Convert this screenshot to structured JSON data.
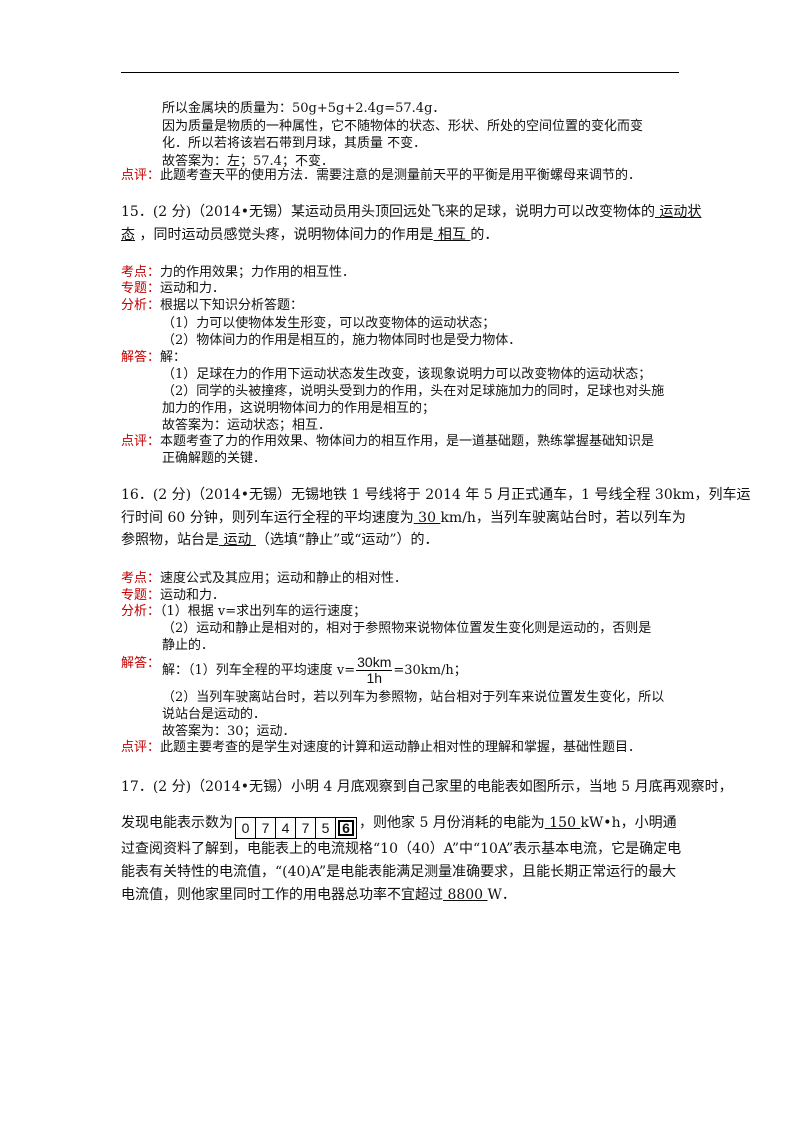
{
  "q14_tail": {
    "l1": "所以金属块的质量为：50g+5g+2.4g=57.4g．",
    "l2": "因为质量是物质的一种属性，它不随物体的状态、形状、所处的空间位置的变化而变",
    "l3": "化．所以若将该岩石带到月球，其质量  不变．",
    "l4": "故答案为：左；57.4；不变．",
    "review_label": "点评：",
    "review": "此题考查天平的使用方法．需要注意的是测量前天平的平衡是用平衡螺母来调节的．"
  },
  "q15": {
    "stem_a": "15．(2 分)（2014•无锡）某运动员用头顶回远处飞来的足球，说明力可以改变物体的",
    "blank1a": "  运动状",
    "blank1b": "态",
    "stem_b": "   ，同时运动员感觉头疼，说明物体间力的作用是",
    "blank2": "   相互   ",
    "stem_c": "的．",
    "kd_label": "考点：",
    "kd": "力的作用效果；力作用的相互性．",
    "zt_label": "专题：",
    "zt": "运动和力．",
    "fx_label": "分析：",
    "fx0": "根据以下知识分析答题：",
    "fx1": "（1）力可以使物体发生形变，可以改变物体的运动状态；",
    "fx2": "（2）物体间力的作用是相互的，施力物体同时也是受力物体．",
    "jd_label": "解答：",
    "jd0": "解：",
    "jd1": "（1）足球在力的作用下运动状态发生改变，该现象说明力可以改变物体的运动状态；",
    "jd2": "（2）同学的头被撞疼，说明头受到力的作用，头在对足球施加力的同时，足球也对头施",
    "jd3": "加力的作用，这说明物体间力的作用是相互的；",
    "jd4": "故答案为：运动状态；相互．",
    "review_label": "点评：",
    "review1": "本题考查了力的作用效果、物体间力的相互作用，是一道基础题，熟练掌握基础知识是",
    "review2": "正确解题的关键．"
  },
  "q16": {
    "l1": "16．(2 分)（2014•无锡）无锡地铁 1 号线将于 2014 年 5 月正式通车，1 号线全程 30km，列车运",
    "l2a": "行时间 60 分钟，则列车运行全程的平均速度为",
    "blank1": "   30   ",
    "l2b": "km/h，当列车驶离站台时，若以列车为",
    "l3a": "参照物，站台是",
    "blank2": "   运动   ",
    "l3b": "（选填“静止”或“运动”）的．",
    "kd_label": "考点：",
    "kd": "速度公式及其应用；运动和静止的相对性．",
    "zt_label": "专题：",
    "zt": "运动和力．",
    "fx_label": "分析：",
    "fx1": "（1）根据 v=求出列车的运行速度；",
    "fx2": "（2）运动和静止是相对的，相对于参照物来说物体位置发生变化则是运动的，否则是",
    "fx3": "静止的．",
    "jd_label": "解答：",
    "jd1a": "解：（1）列车全程的平均速度 v=",
    "frac_num": "30km",
    "frac_den": "1h",
    "jd1b": "=30km/h；",
    "jd2": "（2）当列车驶离站台时，若以列车为参照物，站台相对于列车来说位置发生变化，所以",
    "jd3": "说站台是运动的．",
    "jd4": "故答案为：30；运动．",
    "review_label": "点评：",
    "review": "此题主要考查的是学生对速度的计算和运动静止相对性的理解和掌握，基础性题目．"
  },
  "q17": {
    "l1": "17．(2 分)（2014•无锡）小明 4 月底观察到自己家里的电能表如图所示，当地 5 月底再观察时，",
    "l2a": "发现电能表示数为",
    "digits": [
      "0",
      "7",
      "4",
      "7",
      "5",
      "6"
    ],
    "l2b": "，则他家 5 月份消耗的电能为",
    "blank1": "   150   ",
    "l2c": "kW•h，小明通",
    "l3": "过查阅资料了解到，电能表上的电流规格“10（40）A”中“10A”表示基本电流，它是确定电",
    "l4": "能表有关特性的电流值，“(40)A”是电能表能满足测量准确要求，且能长期正常运行的最大",
    "l5a": "电流值，则他家里同时工作的用电器总功率不宜超过",
    "blank2": "   8800   ",
    "l5b": "W．"
  }
}
